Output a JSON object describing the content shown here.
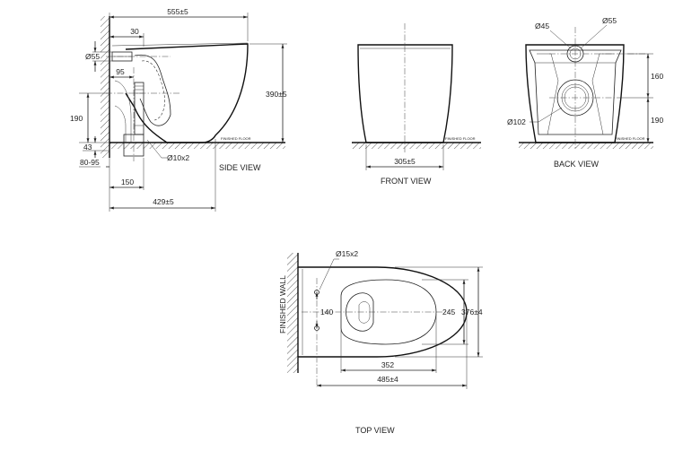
{
  "views": {
    "side": {
      "title": "SIDE VIEW",
      "floor_label": "FINISHED FLOOR",
      "dims": {
        "overall_length": "555±5",
        "top_offset": "30",
        "pipe_dia": "Ø55",
        "inlet_offset": "95",
        "height": "390±5",
        "outlet_height": "190",
        "outlet_base": "43",
        "wall_range": "80-95",
        "fixing": "Ø10x2",
        "outlet_distance": "150",
        "base_length": "429±5"
      }
    },
    "front": {
      "title": "FRONT VIEW",
      "floor_label": "FINISHED FLOOR",
      "dims": {
        "width": "305±5"
      }
    },
    "back": {
      "title": "BACK VIEW",
      "floor_label": "FINISHED FLOOR",
      "dims": {
        "dia_small": "Ø45",
        "dia_large": "Ø55",
        "upper_height": "160",
        "lower_height": "190",
        "outlet_dia": "Ø102"
      }
    },
    "top": {
      "title": "TOP VIEW",
      "wall_label": "FINISHED WALL",
      "dims": {
        "fixing": "Ø15x2",
        "fixing_spacing": "140",
        "bowl_width": "245",
        "overall_width": "376±4",
        "bowl_length": "352",
        "overall_length": "485±4"
      }
    }
  }
}
